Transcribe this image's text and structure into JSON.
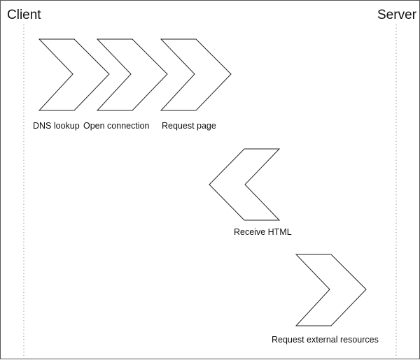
{
  "actors": {
    "client": "Client",
    "server": "Server"
  },
  "steps": [
    {
      "label": "DNS lookup",
      "direction": "client-to-server"
    },
    {
      "label": "Open connection",
      "direction": "client-to-server"
    },
    {
      "label": "Request page",
      "direction": "client-to-server"
    },
    {
      "label": "Receive HTML",
      "direction": "server-to-client"
    },
    {
      "label": "Request external resources",
      "direction": "client-to-server"
    }
  ]
}
